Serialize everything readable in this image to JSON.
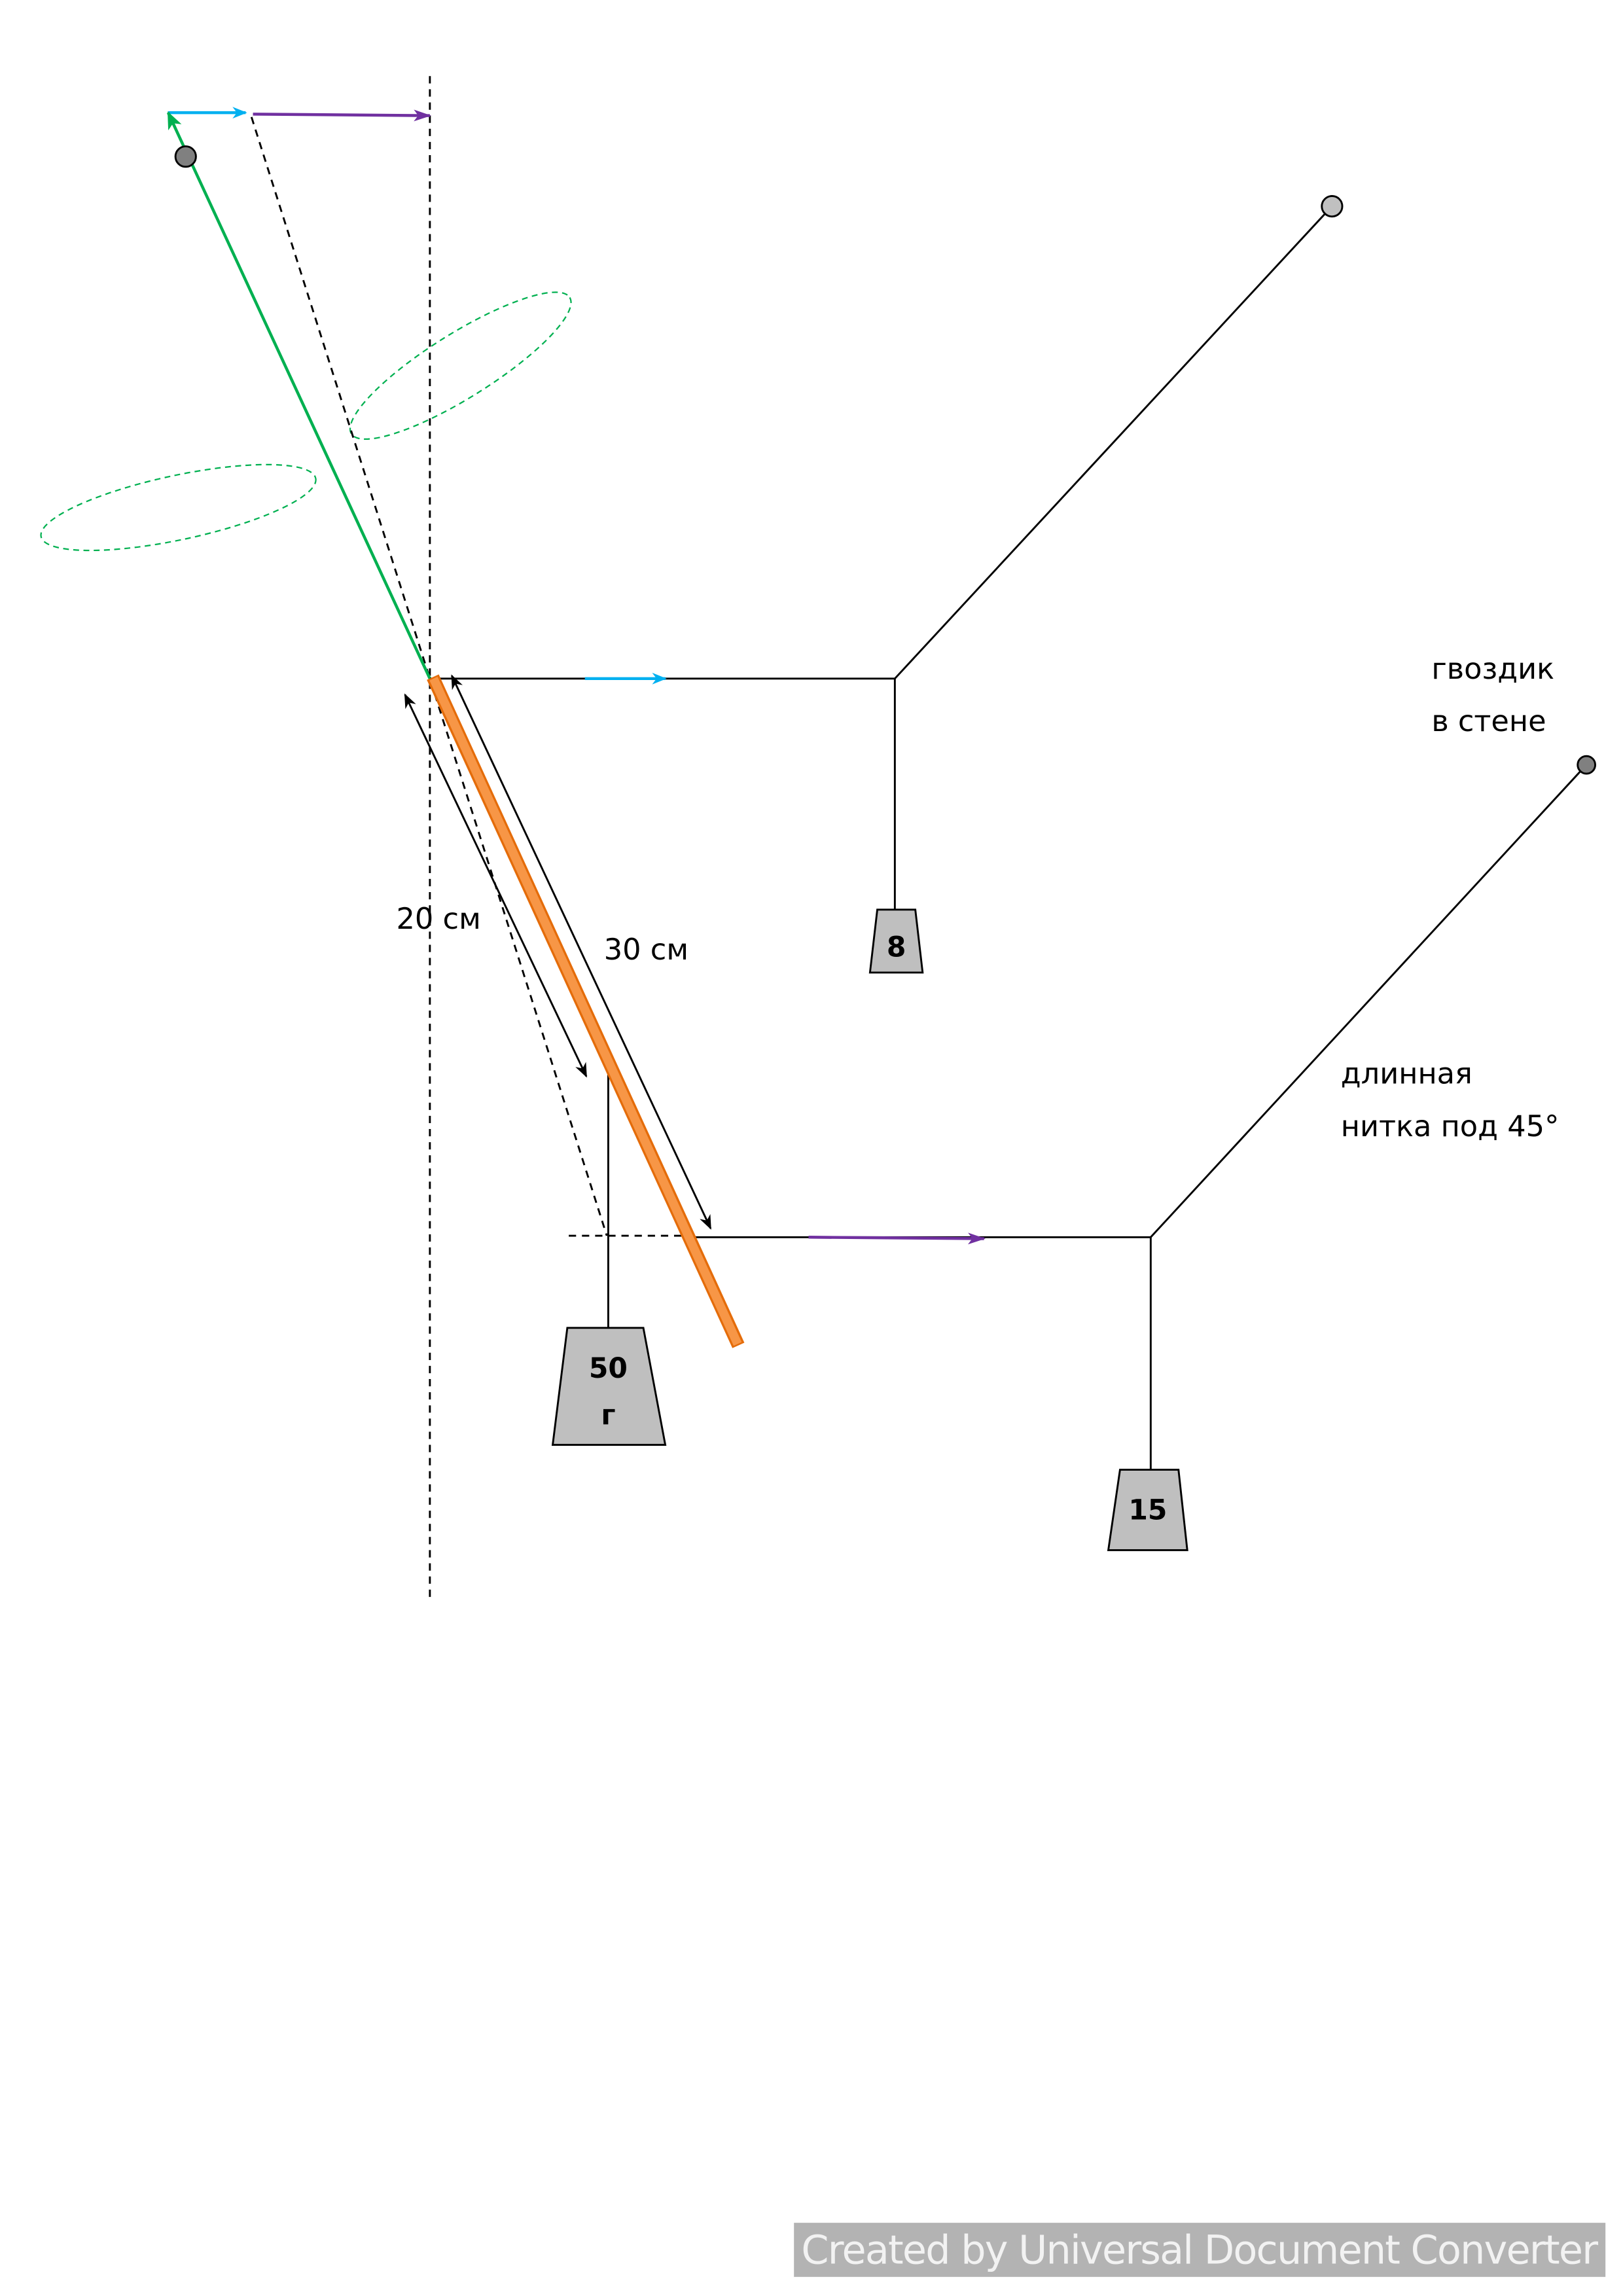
{
  "labels": {
    "nail_line1": "гвоздик",
    "nail_line2": "в стене",
    "thread_line1": "длинная",
    "thread_line2": "нитка под 45°",
    "dim_20": "20 см",
    "dim_30": "30 см"
  },
  "weights": {
    "small": "8",
    "medium": "15",
    "large_value": "50",
    "large_unit": "г"
  },
  "watermark": "Created by Universal Document Converter",
  "colors": {
    "rod_fill": "#f79646",
    "rod_stroke": "#e46c0a",
    "blue_arrow": "#00b0f0",
    "purple_arrow": "#7030a0",
    "green_force": "#00b050",
    "weight_fill": "#bfbfbf"
  }
}
